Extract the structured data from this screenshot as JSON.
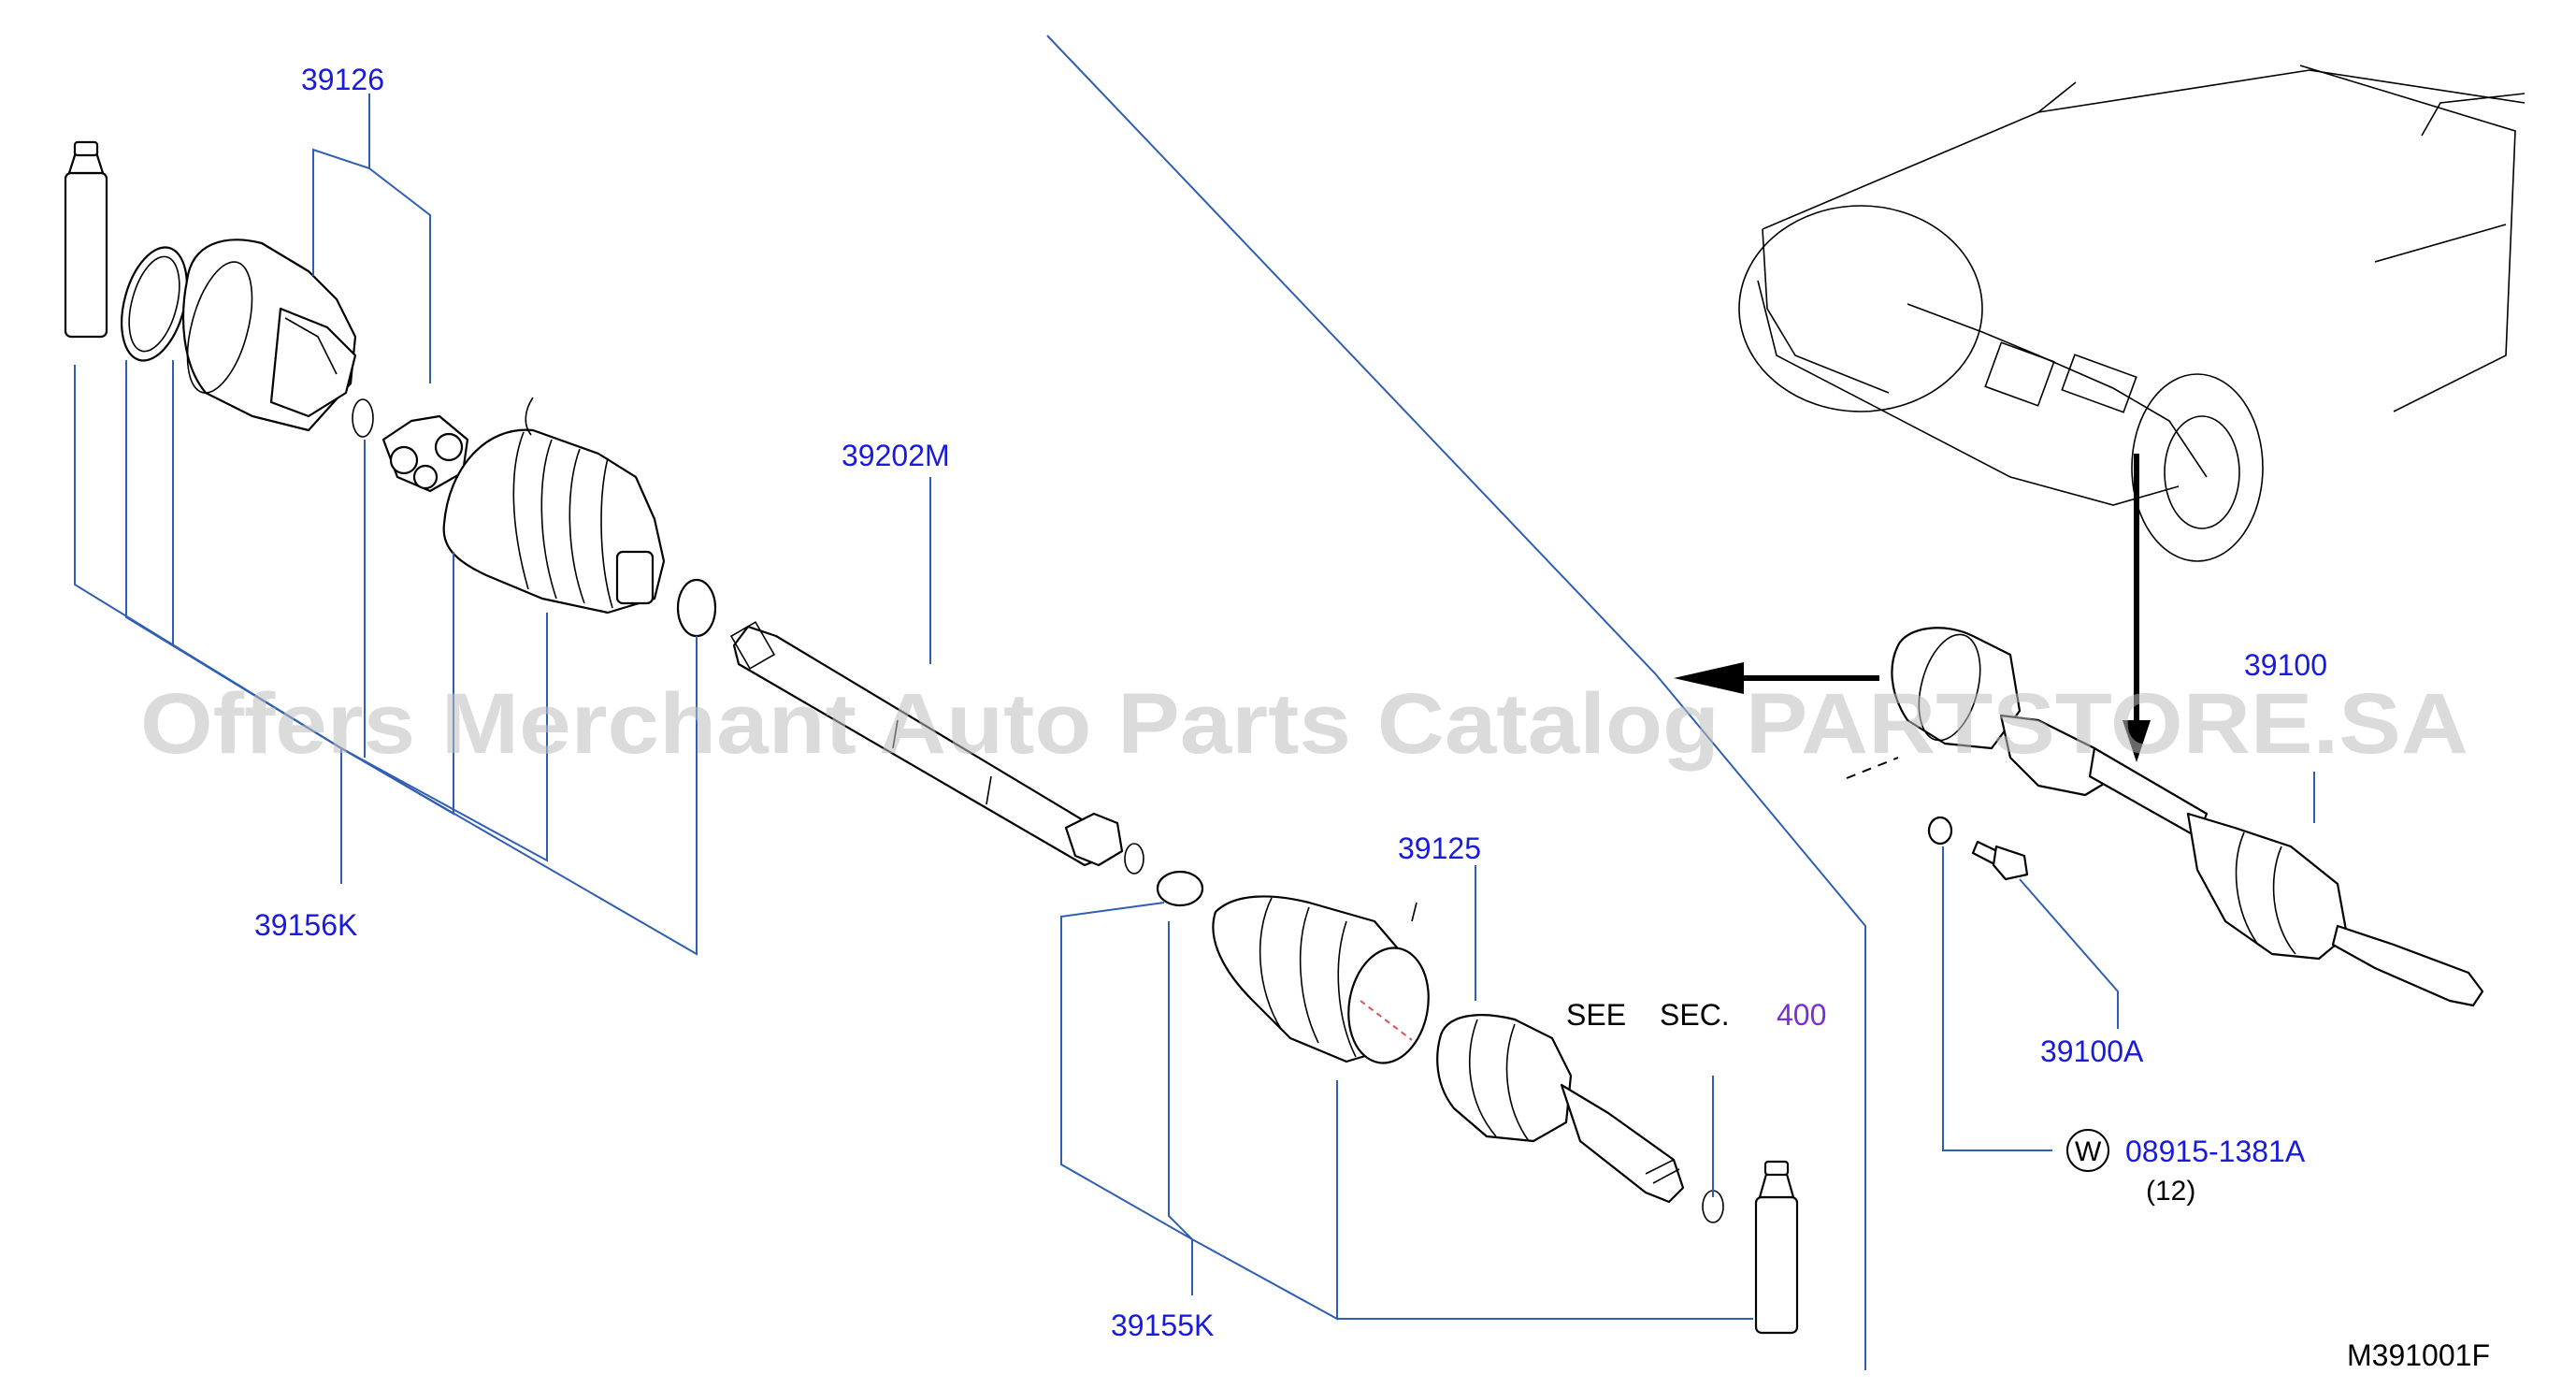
{
  "labels": {
    "p39126": "39126",
    "p39202m": "39202M",
    "p39156k": "39156K",
    "p39125": "39125",
    "p39155k": "39155K",
    "p39100": "39100",
    "p39100a": "39100A",
    "p08915": "08915-1381A",
    "qty": "(12)",
    "w_symbol": "W"
  },
  "see_sec": {
    "see": "SEE",
    "sec": "SEC.",
    "num": "400"
  },
  "ref_code": "M391001F",
  "watermark": "Offers Merchant Auto Parts Catalog PARTSTORE.SA",
  "colors": {
    "label": "#1a1adb",
    "leader": "#2f5fb3",
    "section_ref": "#7a2fd6",
    "line": "#000000",
    "watermark": "#bdbdbd"
  }
}
